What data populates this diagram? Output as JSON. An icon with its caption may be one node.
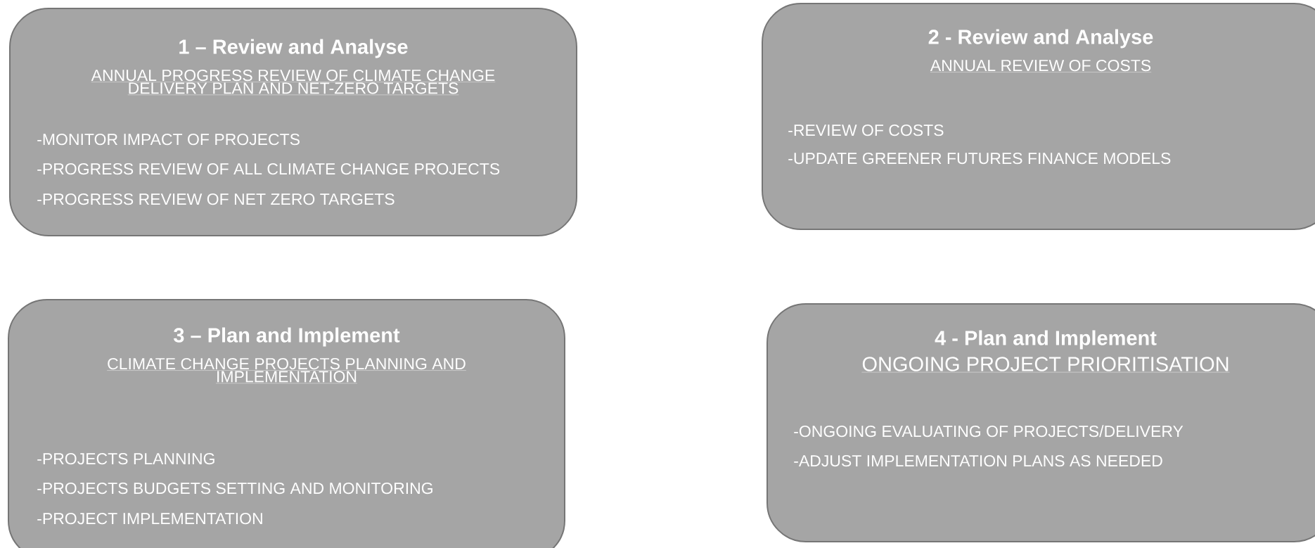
{
  "diagram": {
    "nodes": [
      {
        "text": [
          "1 – Review and Analyse",
          "ANNUAL PROGRESS REVIEW OF CLIMATE CHANGE DELIVERY PLAN AND NET-ZERO TARGETS",
          "-MONITOR IMPACT OF PROJECTS",
          "-PROGRESS REVIEW OF ALL CLIMATE CHANGE PROJECTS",
          "-PROGRESS REVIEW OF NET ZERO TARGETS"
        ]
      },
      {
        "text": [
          "2 - Review and Analyse",
          "ANNUAL REVIEW OF COSTS",
          "-REVIEW OF COSTS",
          "-UPDATE GREENER FUTURES FINANCE MODELS"
        ]
      },
      {
        "text": [
          "3 – Plan and Implement",
          "CLIMATE CHANGE PROJECTS PLANNING AND IMPLEMENTATION",
          "-PROJECTS PLANNING",
          "-PROJECTS BUDGETS SETTING AND MONITORING",
          "-PROJECT IMPLEMENTATION"
        ]
      },
      {
        "text": [
          "4 - Plan and Implement",
          "ONGOING PROJECT PRIORITISATION",
          "-ONGOING EVALUATING OF PROJECTS/DELIVERY",
          "-ADJUST IMPLEMENTATION PLANS AS NEEDED"
        ]
      }
    ]
  }
}
